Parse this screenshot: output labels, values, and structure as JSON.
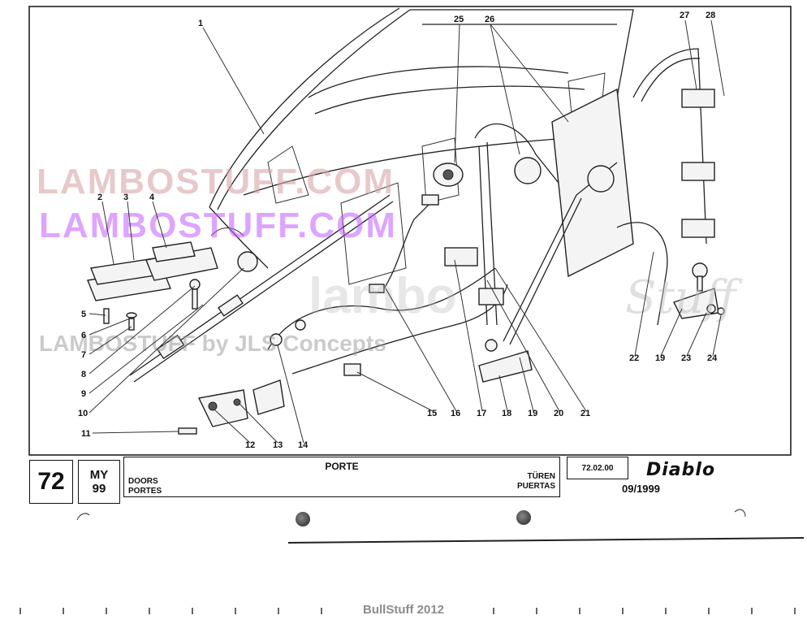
{
  "callouts": [
    "1",
    "2",
    "3",
    "4",
    "5",
    "6",
    "7",
    "8",
    "9",
    "10",
    "11",
    "12",
    "13",
    "14",
    "15",
    "16",
    "17",
    "18",
    "19",
    "20",
    "21",
    "22",
    "19",
    "23",
    "24",
    "25",
    "26",
    "27",
    "28"
  ],
  "watermarks": {
    "red": "LAMBOSTUFF.COM",
    "purple": "LAMBOSTUFF.COM",
    "grey_main": "lambo",
    "grey_script": "Stuff",
    "grey_small": "LAMBOSTUFF  by JLS Concepts"
  },
  "title_block": {
    "page_number": "72",
    "my_label": "MY",
    "my_year": "99",
    "title": "PORTE",
    "lang_en": "DOORS",
    "lang_fr": "PORTES",
    "lang_de": "TÜREN",
    "lang_es": "PUERTAS",
    "code": "72.02.00",
    "brand": "Diablo",
    "date": "09/1999"
  },
  "footer": "BullStuff 2012",
  "colors": {
    "frame": "#111111",
    "watermark_red": "#d9a6a6",
    "watermark_purple": "#c35cff",
    "footer": "#8c8c8c"
  }
}
